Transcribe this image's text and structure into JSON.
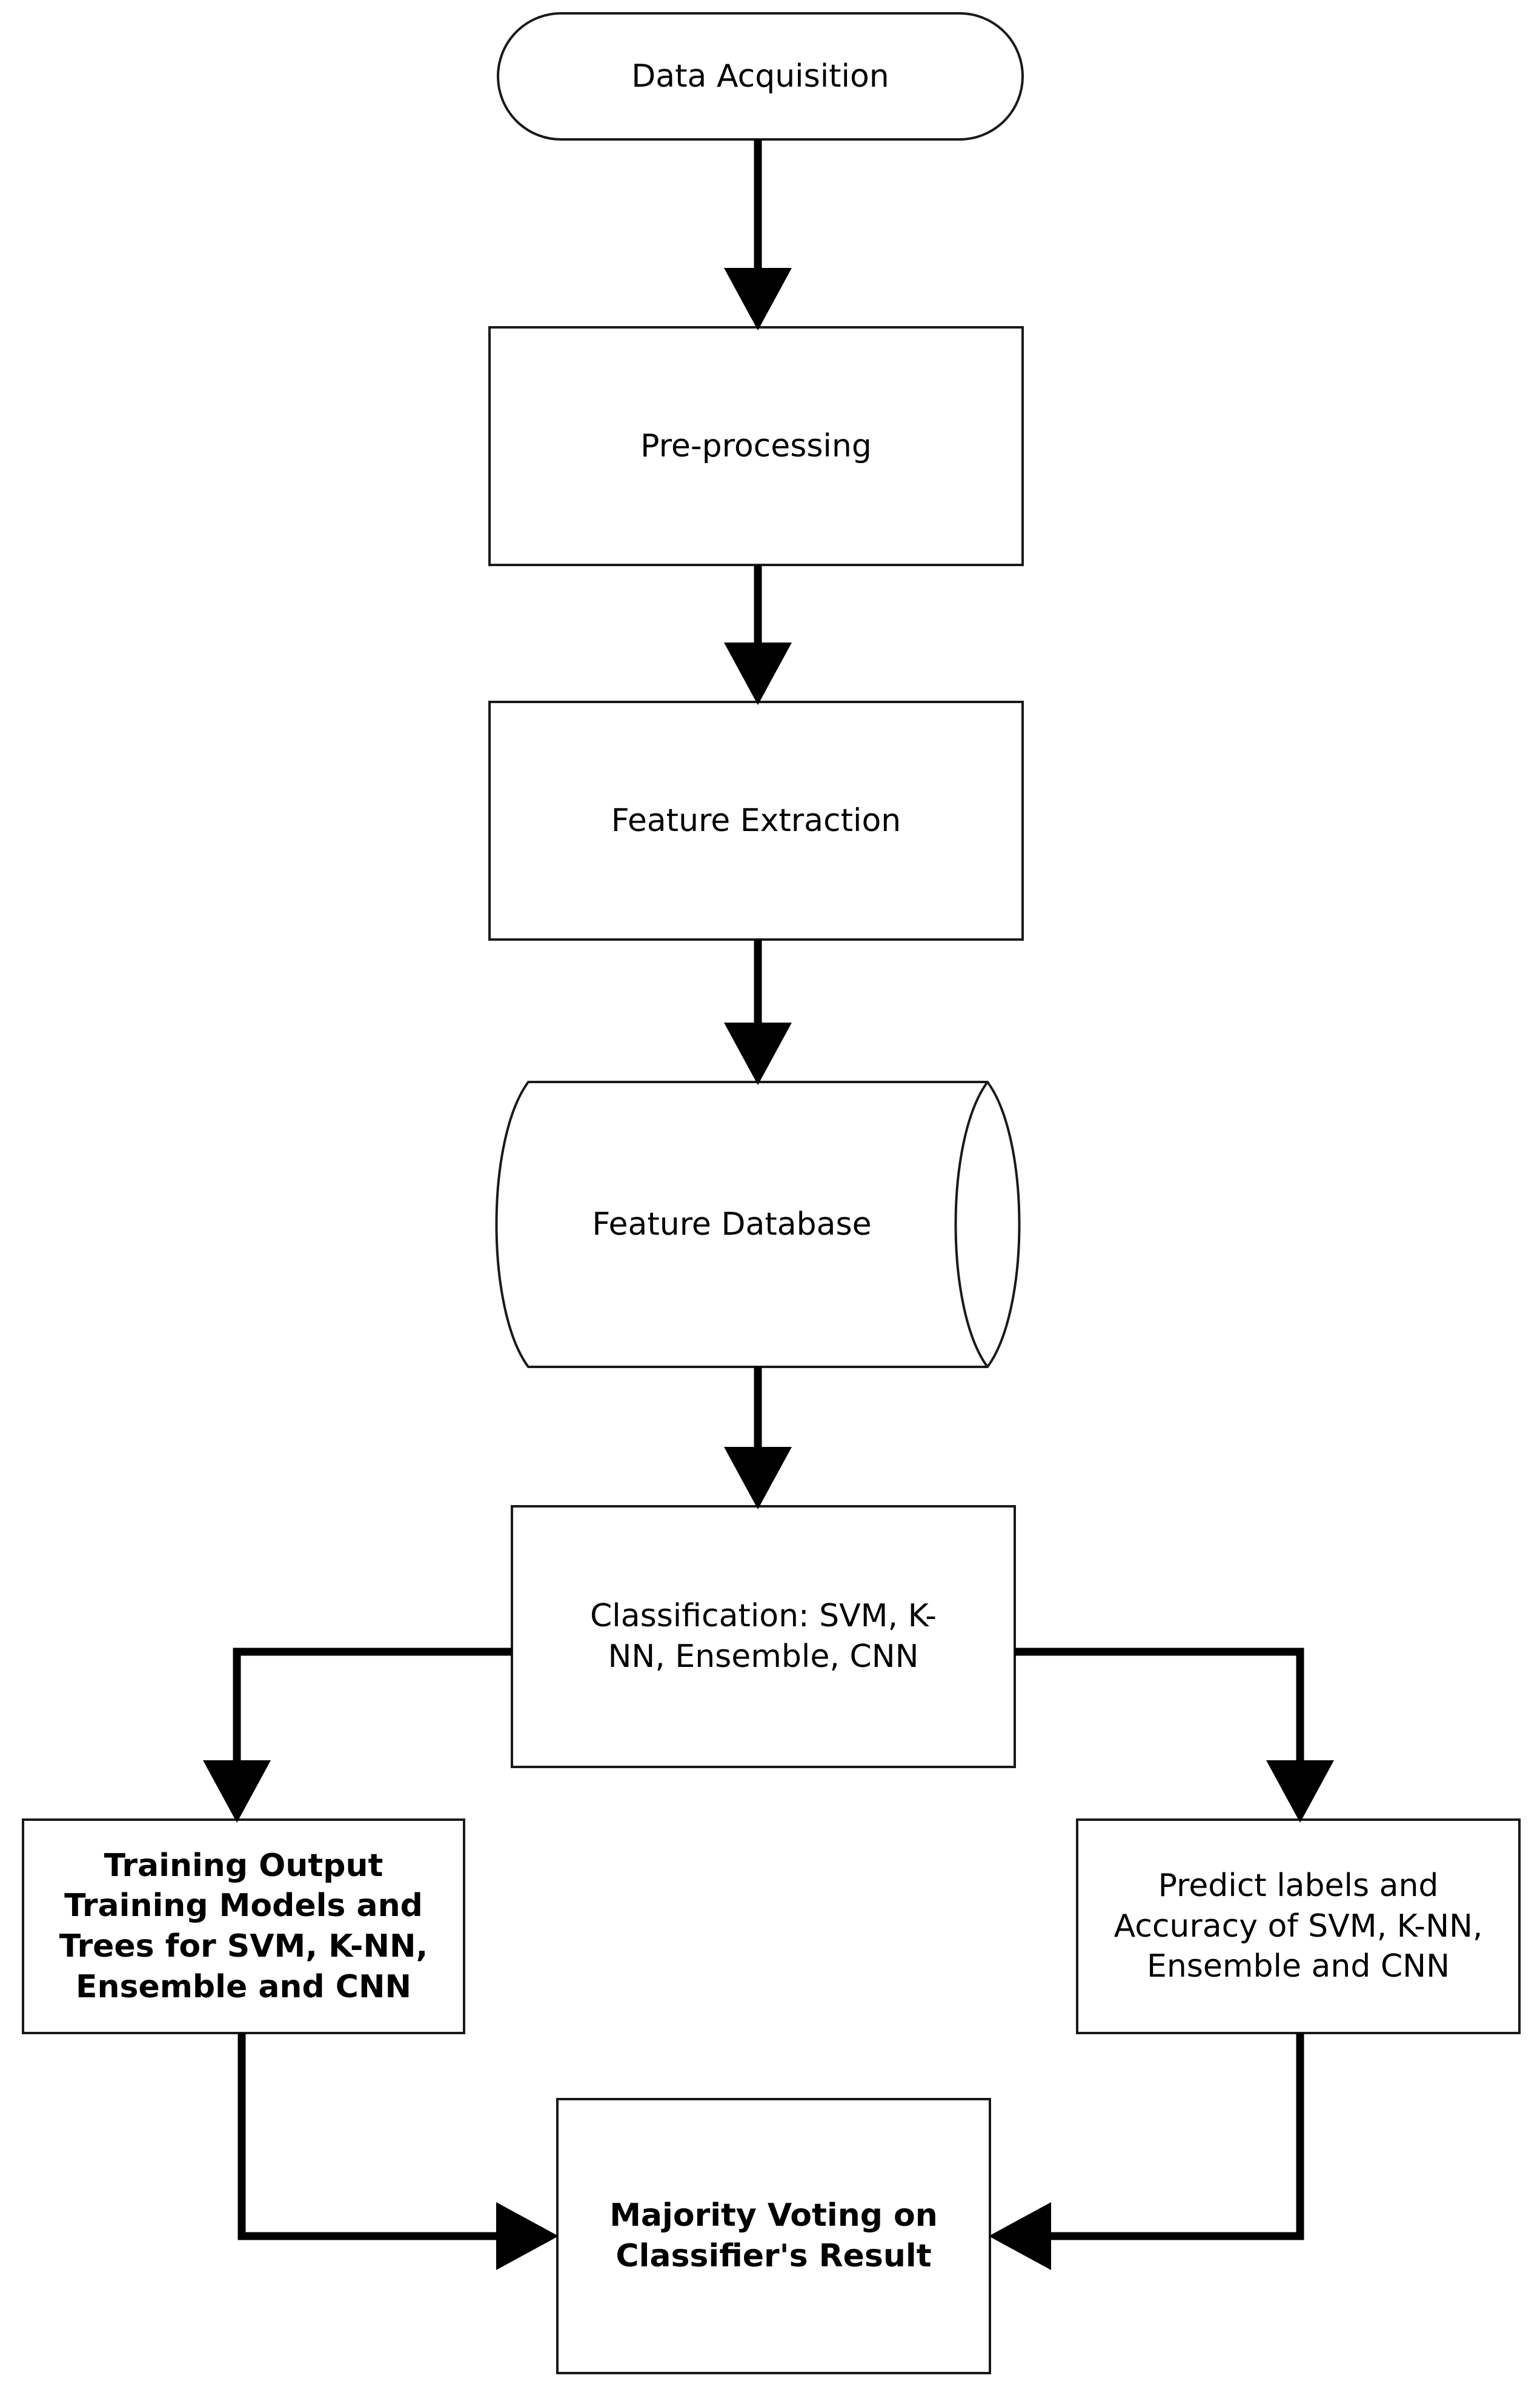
{
  "diagram": {
    "title": "Machine Learning Classification Pipeline Flowchart",
    "background_color": "#ffffff",
    "line_color": "#000000",
    "shape_stroke_color": "#1a1a1a",
    "shape_fill_color": "#ffffff"
  },
  "nodes": {
    "data_acquisition": {
      "label": "Data Acquisition",
      "shape": "rounded-rectangle"
    },
    "pre_processing": {
      "label": "Pre-processing",
      "shape": "rectangle"
    },
    "feature_extraction": {
      "label": "Feature Extraction",
      "shape": "rectangle"
    },
    "feature_database": {
      "label": "Feature Database",
      "shape": "cylinder"
    },
    "classification": {
      "label": "Classification: SVM, K-\nNN, Ensemble, CNN",
      "shape": "rectangle"
    },
    "training_output": {
      "label": "Training Output\nTraining Models and\nTrees for SVM, K-NN,\nEnsemble and CNN",
      "shape": "rectangle"
    },
    "predict_labels": {
      "label": "Predict labels and\nAccuracy of SVM, K-NN,\nEnsemble and CNN",
      "shape": "rectangle"
    },
    "majority_voting": {
      "label": "Majority Voting on\nClassifier's Result",
      "shape": "rectangle"
    }
  },
  "edges": [
    {
      "name": "data-acquisition-to-pre-processing",
      "from": "data_acquisition",
      "to": "pre_processing",
      "style": "straight-down",
      "arrow": "down"
    },
    {
      "name": "pre-processing-to-feature-extraction",
      "from": "pre_processing",
      "to": "feature_extraction",
      "style": "straight-down",
      "arrow": "down"
    },
    {
      "name": "feature-extraction-to-feature-database",
      "from": "feature_extraction",
      "to": "feature_database",
      "style": "straight-down",
      "arrow": "down"
    },
    {
      "name": "feature-database-to-classification",
      "from": "feature_database",
      "to": "classification",
      "style": "straight-down",
      "arrow": "down"
    },
    {
      "name": "classification-to-training-output",
      "from": "classification",
      "to": "training_output",
      "style": "elbow-left-down",
      "arrow": "down"
    },
    {
      "name": "classification-to-predict-labels",
      "from": "classification",
      "to": "predict_labels",
      "style": "elbow-right-down",
      "arrow": "down"
    },
    {
      "name": "training-output-to-majority-voting",
      "from": "training_output",
      "to": "majority_voting",
      "style": "elbow-down-right",
      "arrow": "right"
    },
    {
      "name": "predict-labels-to-majority-voting",
      "from": "predict_labels",
      "to": "majority_voting",
      "style": "elbow-down-left",
      "arrow": "left"
    }
  ]
}
